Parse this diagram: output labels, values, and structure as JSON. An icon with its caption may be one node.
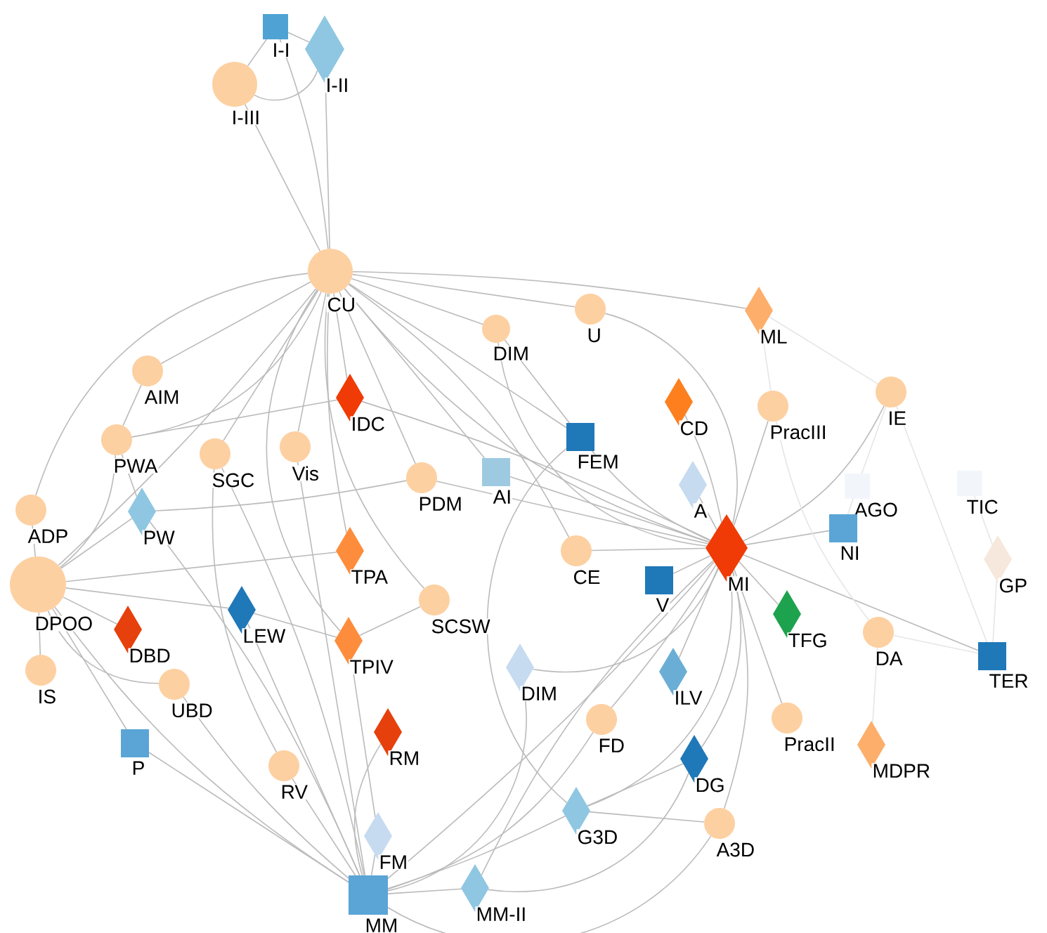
{
  "diagram": {
    "nodes": [
      {
        "text": [
          "I-I"
        ]
      },
      {
        "text": [
          "I-II"
        ]
      },
      {
        "text": [
          "I-III"
        ]
      },
      {
        "text": [
          "CU"
        ]
      },
      {
        "text": [
          "DIM"
        ]
      },
      {
        "text": [
          "U"
        ]
      },
      {
        "text": [
          "ML"
        ]
      },
      {
        "text": [
          "AIM"
        ]
      },
      {
        "text": [
          "IDC"
        ]
      },
      {
        "text": [
          "CD"
        ]
      },
      {
        "text": [
          "PracIII"
        ]
      },
      {
        "text": [
          "IE"
        ]
      },
      {
        "text": [
          "PWA"
        ]
      },
      {
        "text": [
          "SGC"
        ]
      },
      {
        "text": [
          "Vis"
        ]
      },
      {
        "text": [
          "PDM"
        ]
      },
      {
        "text": [
          "AI"
        ]
      },
      {
        "text": [
          "FEM"
        ]
      },
      {
        "text": [
          "A"
        ]
      },
      {
        "text": [
          "AGO"
        ]
      },
      {
        "text": [
          "TIC"
        ]
      },
      {
        "text": [
          "ADP"
        ]
      },
      {
        "text": [
          "PW"
        ]
      },
      {
        "text": [
          "NI"
        ]
      },
      {
        "text": [
          "TPA"
        ]
      },
      {
        "text": [
          "MI"
        ]
      },
      {
        "text": [
          "DPOO"
        ]
      },
      {
        "text": [
          "CE"
        ]
      },
      {
        "text": [
          "V"
        ]
      },
      {
        "text": [
          "GP"
        ]
      },
      {
        "text": [
          "SCSW"
        ]
      },
      {
        "text": [
          "LEW"
        ]
      },
      {
        "text": [
          "DBD"
        ]
      },
      {
        "text": [
          "TFG"
        ]
      },
      {
        "text": [
          "DA"
        ]
      },
      {
        "text": [
          "TER"
        ]
      },
      {
        "text": [
          "TPIV"
        ]
      },
      {
        "text": [
          "IS"
        ]
      },
      {
        "text": [
          "DIM"
        ]
      },
      {
        "text": [
          "UBD"
        ]
      },
      {
        "text": [
          "ILV"
        ]
      },
      {
        "text": [
          "FD"
        ]
      },
      {
        "text": [
          "PracII"
        ]
      },
      {
        "text": [
          "MDPR"
        ]
      },
      {
        "text": [
          "P"
        ]
      },
      {
        "text": [
          "RM"
        ]
      },
      {
        "text": [
          "RV"
        ]
      },
      {
        "text": [
          "DG"
        ]
      },
      {
        "text": [
          "FM"
        ]
      },
      {
        "text": [
          "G3D"
        ]
      },
      {
        "text": [
          "A3D"
        ]
      },
      {
        "text": [
          "MM"
        ]
      },
      {
        "text": [
          "MM-II"
        ]
      }
    ],
    "edges": [
      {
        "from": 0,
        "to": 1,
        "arrow": "none"
      },
      {
        "from": 0,
        "to": 2,
        "arrow": "none"
      },
      {
        "from": 2,
        "to": 1,
        "arrow": "none"
      },
      {
        "from": 2,
        "to": 3,
        "arrow": "none"
      },
      {
        "from": 0,
        "to": 3,
        "arrow": "none"
      },
      {
        "from": 1,
        "to": 3,
        "arrow": "none"
      },
      {
        "from": 3,
        "to": 6,
        "arrow": "none"
      },
      {
        "from": 3,
        "to": 5,
        "arrow": "none"
      },
      {
        "from": 3,
        "to": 4,
        "arrow": "none"
      },
      {
        "from": 3,
        "to": 7,
        "arrow": "none"
      },
      {
        "from": 3,
        "to": 12,
        "arrow": "none"
      },
      {
        "from": 3,
        "to": 13,
        "arrow": "none"
      },
      {
        "from": 3,
        "to": 14,
        "arrow": "none"
      },
      {
        "from": 3,
        "to": 8,
        "arrow": "none"
      },
      {
        "from": 3,
        "to": 15,
        "arrow": "none"
      },
      {
        "from": 3,
        "to": 25,
        "arrow": "none"
      },
      {
        "from": 3,
        "to": 17,
        "arrow": "none"
      },
      {
        "from": 3,
        "to": 26,
        "arrow": "none"
      },
      {
        "from": 3,
        "to": 24,
        "arrow": "none"
      },
      {
        "from": 3,
        "to": 30,
        "arrow": "none"
      },
      {
        "from": 3,
        "to": 27,
        "arrow": "none"
      },
      {
        "from": 3,
        "to": 36,
        "arrow": "none"
      },
      {
        "from": 3,
        "to": 21,
        "arrow": "none"
      },
      {
        "from": 3,
        "to": 16,
        "arrow": "none"
      },
      {
        "from": 7,
        "to": 12,
        "arrow": "none"
      },
      {
        "from": 12,
        "to": 26,
        "arrow": "none"
      },
      {
        "from": 8,
        "to": 12,
        "arrow": "none"
      },
      {
        "from": 25,
        "to": 18,
        "arrow": "none"
      },
      {
        "from": 25,
        "to": 23,
        "arrow": "none"
      },
      {
        "from": 25,
        "to": 35,
        "arrow": "none"
      },
      {
        "from": 25,
        "to": 33,
        "arrow": "none"
      },
      {
        "from": 25,
        "to": 42,
        "arrow": "none"
      },
      {
        "from": 25,
        "to": 40,
        "arrow": "none"
      },
      {
        "from": 25,
        "to": 47,
        "arrow": "none"
      },
      {
        "from": 25,
        "to": 50,
        "arrow": "none"
      },
      {
        "from": 25,
        "to": 41,
        "arrow": "none"
      },
      {
        "from": 25,
        "to": 49,
        "arrow": "none"
      },
      {
        "from": 25,
        "to": 51,
        "arrow": "none"
      },
      {
        "from": 25,
        "to": 28,
        "arrow": "none"
      },
      {
        "from": 25,
        "to": 27,
        "arrow": "none"
      },
      {
        "from": 25,
        "to": 16,
        "arrow": "none"
      },
      {
        "from": 25,
        "to": 15,
        "arrow": "none"
      },
      {
        "from": 25,
        "to": 17,
        "arrow": "none"
      },
      {
        "from": 25,
        "to": 5,
        "arrow": "none"
      },
      {
        "from": 25,
        "to": 4,
        "arrow": "none"
      },
      {
        "from": 25,
        "to": 9,
        "arrow": "none"
      },
      {
        "from": 25,
        "to": 10,
        "arrow": "none"
      },
      {
        "from": 25,
        "to": 11,
        "arrow": "none"
      },
      {
        "from": 25,
        "to": 8,
        "arrow": "none"
      },
      {
        "from": 25,
        "to": 52,
        "arrow": "none"
      },
      {
        "from": 25,
        "to": 38,
        "arrow": "none"
      },
      {
        "from": 26,
        "to": 21,
        "arrow": "none"
      },
      {
        "from": 26,
        "to": 22,
        "arrow": "none"
      },
      {
        "from": 26,
        "to": 32,
        "arrow": "none"
      },
      {
        "from": 26,
        "to": 31,
        "arrow": "none"
      },
      {
        "from": 26,
        "to": 24,
        "arrow": "none"
      },
      {
        "from": 26,
        "to": 37,
        "arrow": "none"
      },
      {
        "from": 26,
        "to": 44,
        "arrow": "none"
      },
      {
        "from": 26,
        "to": 39,
        "arrow": "none"
      },
      {
        "from": 26,
        "to": 51,
        "arrow": "none"
      },
      {
        "from": 51,
        "to": 44,
        "arrow": "none"
      },
      {
        "from": 51,
        "to": 39,
        "arrow": "none"
      },
      {
        "from": 51,
        "to": 46,
        "arrow": "none"
      },
      {
        "from": 51,
        "to": 48,
        "arrow": "none"
      },
      {
        "from": 51,
        "to": 45,
        "arrow": "none"
      },
      {
        "from": 51,
        "to": 52,
        "arrow": "none"
      },
      {
        "from": 51,
        "to": 49,
        "arrow": "none"
      },
      {
        "from": 51,
        "to": 41,
        "arrow": "none"
      },
      {
        "from": 51,
        "to": 38,
        "arrow": "none"
      },
      {
        "from": 51,
        "to": 31,
        "arrow": "none"
      },
      {
        "from": 51,
        "to": 13,
        "arrow": "none"
      },
      {
        "from": 51,
        "to": 14,
        "arrow": "none"
      },
      {
        "from": 51,
        "to": 22,
        "arrow": "none"
      },
      {
        "from": 51,
        "to": 50,
        "arrow": "none"
      },
      {
        "from": 52,
        "to": 47,
        "arrow": "none"
      },
      {
        "from": 49,
        "to": 47,
        "arrow": "none"
      },
      {
        "from": 49,
        "to": 50,
        "arrow": "none"
      },
      {
        "from": 4,
        "to": 17,
        "arrow": "none"
      },
      {
        "from": 17,
        "to": 49,
        "arrow": "none"
      },
      {
        "from": 22,
        "to": 15,
        "arrow": "none"
      },
      {
        "from": 12,
        "to": 22,
        "arrow": "none"
      },
      {
        "from": 31,
        "to": 36,
        "arrow": "none"
      },
      {
        "from": 36,
        "to": 30,
        "arrow": "none"
      },
      {
        "from": 36,
        "to": 48,
        "arrow": "none"
      },
      {
        "from": 46,
        "to": 13,
        "arrow": "none"
      },
      {
        "from": 11,
        "to": 35,
        "arrow": "none",
        "color": "#e6e6e6"
      },
      {
        "from": 11,
        "to": 19,
        "arrow": "none",
        "color": "#e6e6e6"
      },
      {
        "from": 6,
        "to": 11,
        "arrow": "none",
        "color": "#e6e6e6"
      },
      {
        "from": 6,
        "to": 10,
        "arrow": "none",
        "color": "#e6e6e6"
      },
      {
        "from": 20,
        "to": 29,
        "arrow": "none",
        "color": "#e6e6e6"
      },
      {
        "from": 29,
        "to": 35,
        "arrow": "none",
        "color": "#e6e6e6"
      },
      {
        "from": 19,
        "to": 23,
        "arrow": "none",
        "color": "#e6e6e6"
      },
      {
        "from": 34,
        "to": 43,
        "arrow": "none",
        "color": "#e6e6e6"
      },
      {
        "from": 10,
        "to": 34,
        "arrow": "none",
        "color": "#e6e6e6"
      },
      {
        "from": 34,
        "to": 35,
        "arrow": "none",
        "color": "#e6e6e6"
      }
    ]
  }
}
